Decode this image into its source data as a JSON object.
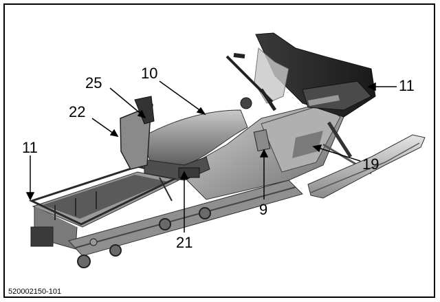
{
  "figure": {
    "caption": "520002150-101",
    "callouts": {
      "c10": "10",
      "c11_right": "11",
      "c11_left": "11",
      "c25": "25",
      "c22": "22",
      "c19": "19",
      "c9": "9",
      "c21": "21"
    },
    "colors": {
      "line": "#000000",
      "body_dark": "#2a2a2a",
      "body_mid": "#6e6e6e",
      "body_light": "#b8b8b8",
      "seat": "#8a8a8a"
    }
  }
}
